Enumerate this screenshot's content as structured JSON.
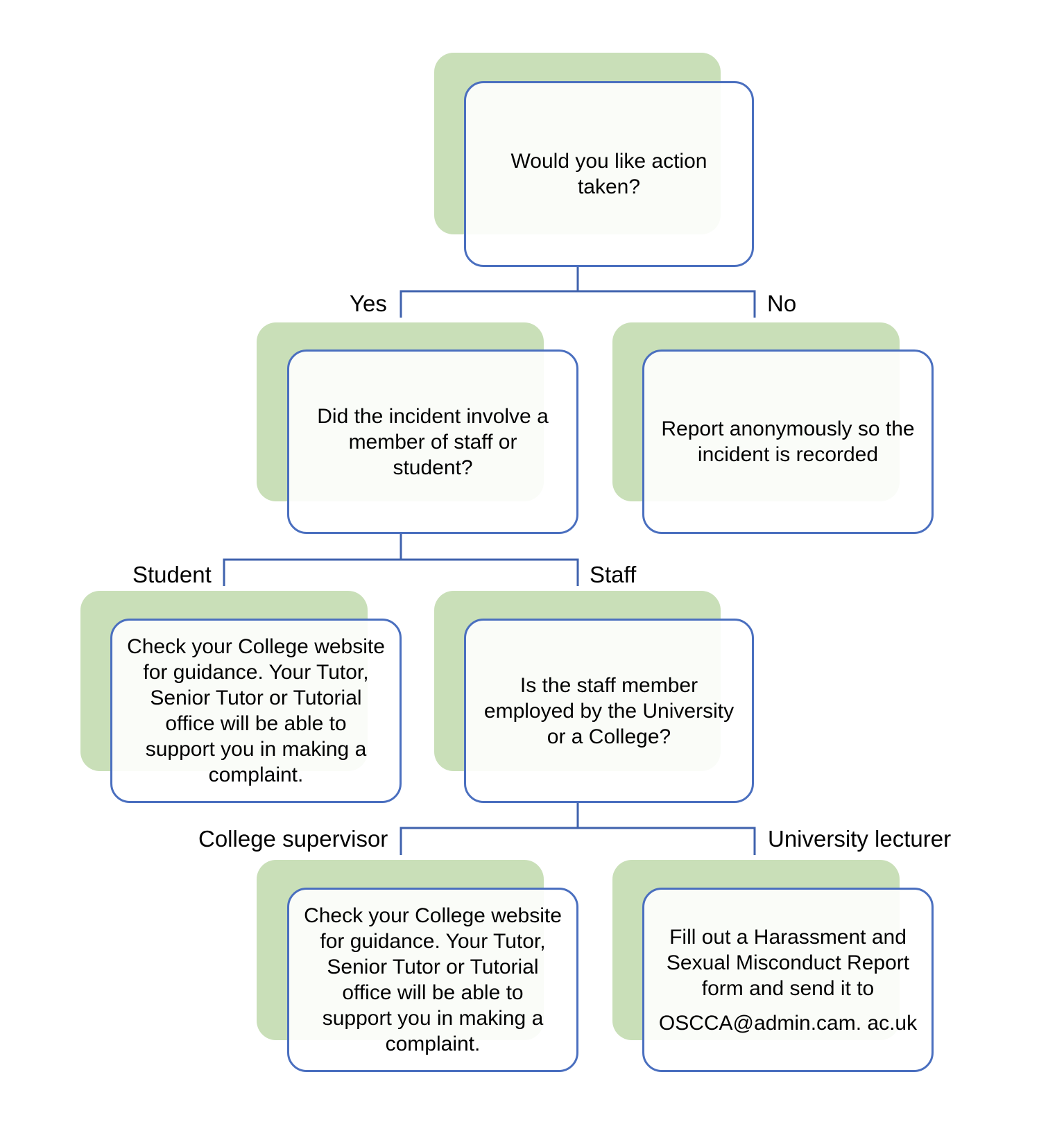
{
  "nodes": {
    "q_action": "Would you like action\ntaken?",
    "q_involve": "Did the incident involve a\nmember of staff or\nstudent?",
    "report_anon": "Report anonymously so the\nincident is recorded",
    "student_guidance": "Check your College website\nfor guidance. Your Tutor,\nSenior Tutor or Tutorial\noffice will be able to\nsupport you in making a\ncomplaint.",
    "q_employed": "Is the staff member\nemployed by the University\nor a College?",
    "college_guidance": "Check your College website\nfor guidance. Your Tutor,\nSenior Tutor or Tutorial\noffice will be able to\nsupport you in making a\ncomplaint.",
    "university_report": "Fill out a Harassment and\nSexual Misconduct Report\nform and send it to",
    "university_email": "OSCCA@admin.cam. ac.uk"
  },
  "labels": {
    "yes": "Yes",
    "no": "No",
    "student": "Student",
    "staff": "Staff",
    "college_supervisor": "College supervisor",
    "university_lecturer": "University lecturer"
  },
  "colors": {
    "box_border": "#4a6fbf",
    "box_shadow": "#c9dfb8",
    "connector": "#3f62ad"
  }
}
